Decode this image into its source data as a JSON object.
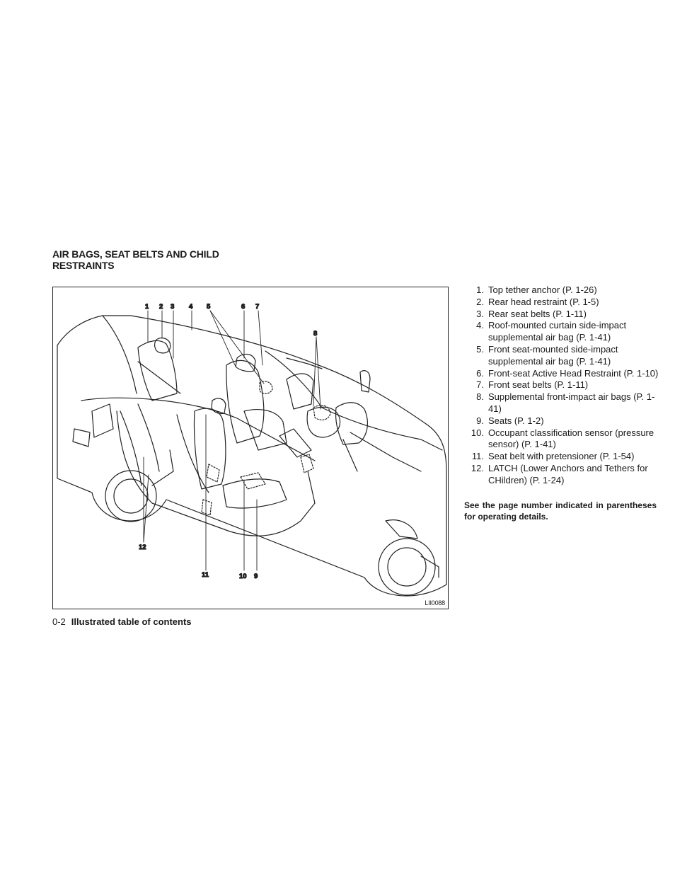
{
  "section": {
    "title": "AIR BAGS, SEAT BELTS AND CHILD RESTRAINTS"
  },
  "figure": {
    "code": "LII0088",
    "callouts": [
      "1",
      "2",
      "3",
      "4",
      "5",
      "6",
      "7",
      "8",
      "9",
      "10",
      "11",
      "12"
    ]
  },
  "legend": [
    {
      "num": "1.",
      "text": "Top tether anchor (P. 1-26)"
    },
    {
      "num": "2.",
      "text": "Rear head restraint (P. 1-5)"
    },
    {
      "num": "3.",
      "text": "Rear seat belts (P. 1-11)"
    },
    {
      "num": "4.",
      "text": "Roof-mounted curtain side-impact supplemental air bag (P. 1-41)"
    },
    {
      "num": "5.",
      "text": "Front seat-mounted side-impact supplemental air bag (P. 1-41)"
    },
    {
      "num": "6.",
      "text": "Front-seat Active Head Restraint (P. 1-10)"
    },
    {
      "num": "7.",
      "text": "Front seat belts (P. 1-11)"
    },
    {
      "num": "8.",
      "text": "Supplemental front-impact air bags (P. 1-41)"
    },
    {
      "num": "9.",
      "text": "Seats (P. 1-2)"
    },
    {
      "num": "10.",
      "text": "Occupant classification sensor (pressure sensor) (P. 1-41)"
    },
    {
      "num": "11.",
      "text": "Seat belt with pretensioner (P. 1-54)"
    },
    {
      "num": "12.",
      "text": "LATCH (Lower Anchors and Tethers for CHildren) (P. 1-24)"
    }
  ],
  "note": "See the page number indicated in parentheses for operating details.",
  "footer": {
    "page": "0-2",
    "section": "Illustrated table of contents"
  }
}
